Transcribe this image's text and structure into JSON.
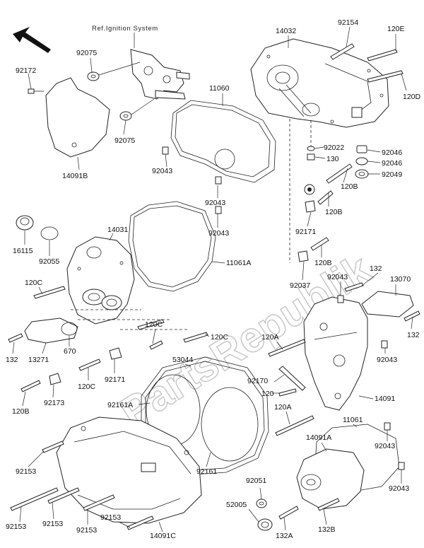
{
  "watermark": "PartsRepublik",
  "reference_note": "Ref.Ignition System",
  "labels": {
    "p92172": "92172",
    "p92075a": "92075",
    "p92075b": "92075",
    "p14091B": "14091B",
    "p14032": "14032",
    "p92154": "92154",
    "p120E": "120E",
    "p120D": "120D",
    "p11060": "11060",
    "p92022": "92022",
    "p130": "130",
    "p92043a": "92043",
    "p92046a": "92046",
    "p92046b": "92046",
    "p92049": "92049",
    "p92043b": "92043",
    "p120Ba": "120B",
    "p120Bb": "120B",
    "p16115": "16115",
    "p14031": "14031",
    "p92043c": "92043",
    "p92171a": "92171",
    "p92055": "92055",
    "p11061A": "11061A",
    "p120Bc": "120B",
    "p120Ca": "120C",
    "p92037": "92037",
    "p92043d": "92043",
    "p132a": "132",
    "p13070": "13070",
    "p132b": "132",
    "p132c": "132",
    "p13271": "13271",
    "p670": "670",
    "p120Cb": "120C",
    "p120Cc": "120C",
    "p120A_a": "120A",
    "p92043e": "92043",
    "p92171b": "92171",
    "p120Cd": "120C",
    "p53044": "53044",
    "p92170": "92170",
    "p120": "120",
    "p120Bd": "120B",
    "p92173": "92173",
    "p92161A": "92161A",
    "p14091": "14091",
    "p120A_b": "120A",
    "p11061": "11061",
    "p14091A": "14091A",
    "p92043f": "92043",
    "p92153a": "92153",
    "p92161": "92161",
    "p92051": "92051",
    "p92043g": "92043",
    "p52005": "52005",
    "p92153b": "92153",
    "p92153c": "92153",
    "p92153d": "92153",
    "p92153e": "92153",
    "p14091C": "14091C",
    "p132A": "132A",
    "p132B": "132B"
  }
}
